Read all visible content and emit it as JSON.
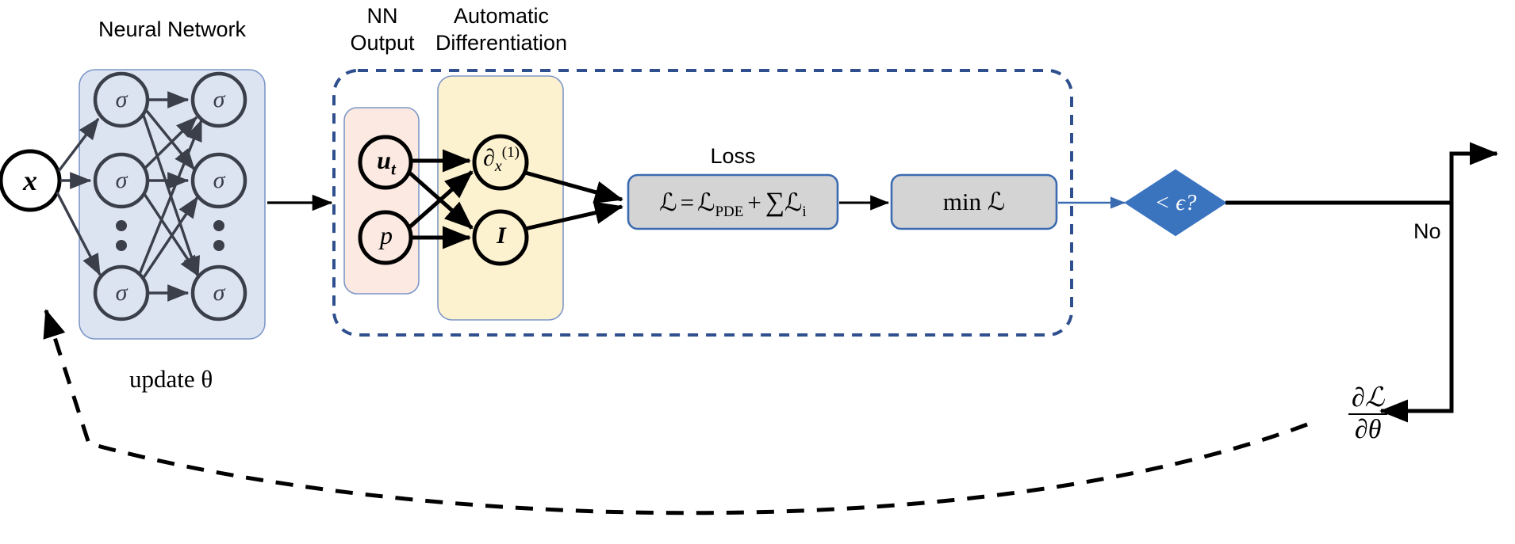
{
  "diagram": {
    "title": "Physics-Informed Neural Network (PINN) training loop",
    "background": "#ffffff"
  },
  "colors": {
    "nn_panel_fill": "#dce4f2",
    "nn_panel_stroke": "#7d97c8",
    "nn_node_stroke": "#3b3f4a",
    "output_panel_fill": "#fbe9e2",
    "output_panel_stroke": "#7d97c8",
    "ad_panel_fill": "#fdf2d0",
    "ad_panel_stroke": "#7d97c8",
    "loss_box_fill": "#d4d4d4",
    "loss_box_stroke": "#3a6bb0",
    "pinn_dashed_stroke": "#2f4f8f",
    "diamond_fill": "#3a74bf",
    "diamond_text": "#ffffff",
    "arrow_black": "#000000",
    "dots": "#3b3f4a"
  },
  "headings": {
    "neural_network": "Neural Network",
    "nn_output_line1": "NN",
    "nn_output_line2": "Output",
    "auto_diff_line1": "Automatic",
    "auto_diff_line2": "Differentiation",
    "loss": "Loss"
  },
  "input": {
    "label": "x"
  },
  "neural_network": {
    "layers": [
      {
        "nodes": [
          "σ",
          "σ",
          "σ"
        ],
        "vertical_dots": true
      },
      {
        "nodes": [
          "σ",
          "σ",
          "σ"
        ],
        "vertical_dots": true
      }
    ],
    "activation_symbol": "σ"
  },
  "nn_output": {
    "nodes": [
      {
        "label": "u_t",
        "display": "u",
        "subscript": "t"
      },
      {
        "label": "p",
        "display": "p",
        "subscript": ""
      }
    ]
  },
  "automatic_differentiation": {
    "nodes": [
      {
        "label": "dx1",
        "base": "∂",
        "subscript": "x",
        "superscript": "(1)"
      },
      {
        "label": "I",
        "base": "I",
        "subscript": "",
        "superscript": ""
      }
    ]
  },
  "loss_block": {
    "formula_parts": {
      "lhs": "ℒ",
      "equals": "=",
      "pde_base": "ℒ",
      "pde_sub": "PDE",
      "plus": "+",
      "sum": "∑",
      "li_base": "ℒ",
      "li_sub": "i"
    },
    "formula_text": "ℒ = ℒPDE + ∑ℒi"
  },
  "minimize_block": {
    "text": "min ℒ"
  },
  "decision": {
    "text": "< ϵ?",
    "no_label": "No"
  },
  "feedback": {
    "update_label": "update θ",
    "gradient_numerator": "∂ℒ",
    "gradient_denominator": "∂θ"
  }
}
